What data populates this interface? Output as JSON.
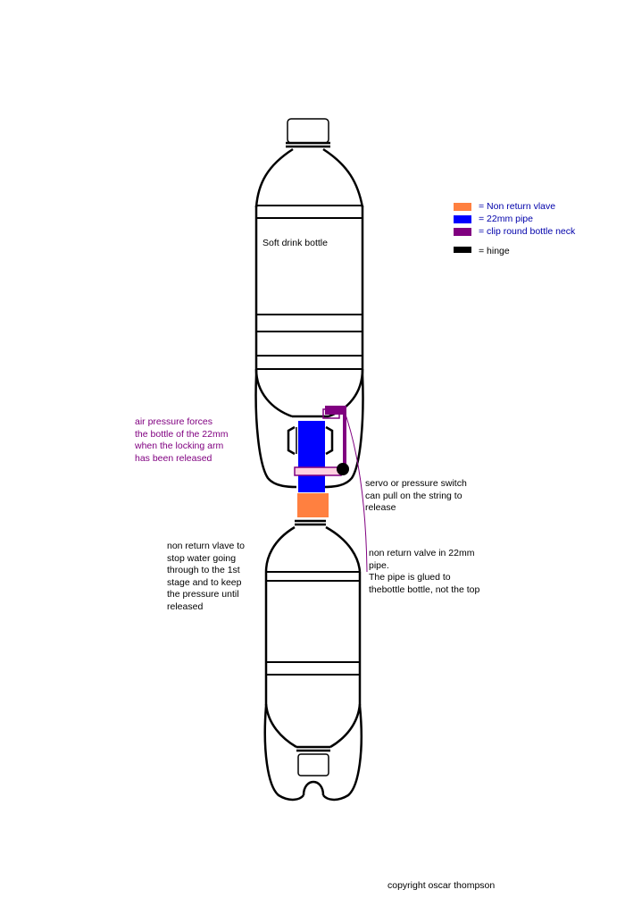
{
  "labels": {
    "bottle": "Soft drink bottle",
    "air_pressure": [
      "air pressure forces",
      "the bottle of the 22mm",
      "when the locking arm",
      "has been released"
    ],
    "servo": [
      "servo or pressure switch",
      "can pull on the string to",
      "release"
    ],
    "valve_left": [
      "non return vlave to",
      "stop water going",
      "through to the 1st",
      "stage and to keep",
      "the pressure until",
      "released"
    ],
    "valve_right": [
      "non return valve in 22mm",
      "pipe.",
      "The pipe is glued to",
      "thebottle bottle, not the top"
    ],
    "copyright": "copyright oscar thompson"
  },
  "legend": [
    {
      "label": "= Non return vlave",
      "color": "#ff8040",
      "text_color": "#0000aa"
    },
    {
      "label": "= 22mm pipe",
      "color": "#0000ff",
      "text_color": "#0000aa"
    },
    {
      "label": "= clip round bottle neck",
      "color": "#800080",
      "text_color": "#0000aa"
    },
    {
      "label": "= hinge",
      "color": "#000000",
      "text_color": "#000000"
    }
  ],
  "colors": {
    "pipe": "#0000ff",
    "valve": "#ff8040",
    "clip": "#800080",
    "hinge": "#000000",
    "annotation_purple": "#800080"
  }
}
